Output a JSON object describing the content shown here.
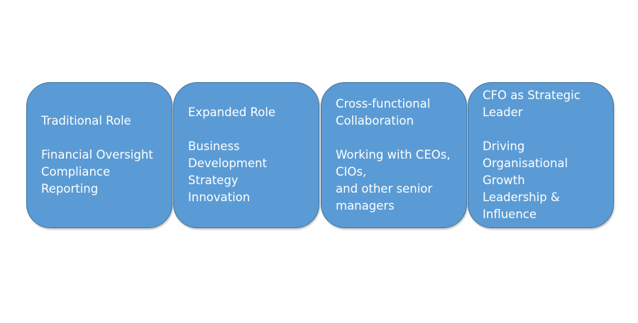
{
  "diagram": {
    "boxes": [
      {
        "title_lines": [
          "Traditional Role"
        ],
        "detail_lines": [
          "Financial Oversight",
          "Compliance",
          "Reporting"
        ]
      },
      {
        "title_lines": [
          "Expanded Role"
        ],
        "detail_lines": [
          "Business",
          "Development",
          "Strategy",
          "Innovation"
        ]
      },
      {
        "title_lines": [
          "Cross-functional",
          "Collaboration"
        ],
        "detail_lines": [
          "Working with CEOs,",
          "CIOs,",
          "and other senior",
          "managers"
        ]
      },
      {
        "title_lines": [
          "CFO as Strategic",
          "Leader"
        ],
        "detail_lines": [
          "Driving",
          "Organisational",
          "Growth",
          "Leadership &",
          "Influence"
        ]
      }
    ],
    "colors": {
      "box_fill": "#5b9bd5",
      "box_border": "#41719c",
      "text": "#ffffff"
    }
  }
}
